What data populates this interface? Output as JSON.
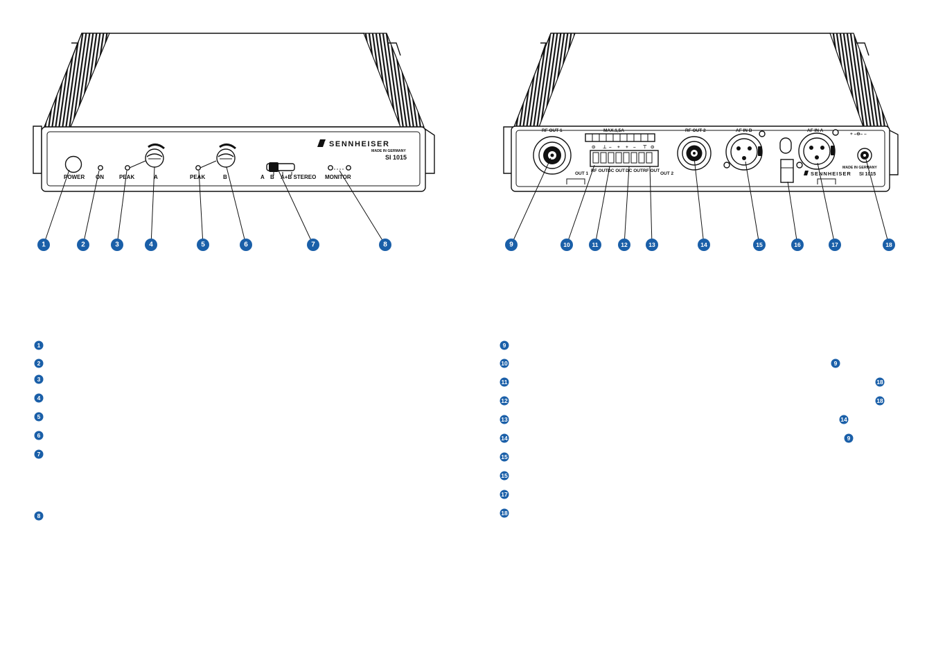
{
  "front_panel": {
    "labels": {
      "power": "POWER",
      "on": "ON",
      "peak_a": "PEAK",
      "a": "A",
      "peak_b": "PEAK",
      "b": "B",
      "switch_a": "A",
      "switch_b": "B",
      "switch_ab_stereo": "A+B STEREO",
      "monitor": "MONITOR"
    },
    "brand": "SENNHEISER",
    "made_in": "MADE IN GERMANY",
    "model": "SI 1015",
    "callouts": [
      "1",
      "2",
      "3",
      "4",
      "5",
      "6",
      "7",
      "8"
    ]
  },
  "rear_panel": {
    "labels": {
      "rf_out_1": "RF OUT 1",
      "max": "MAX.1,5A",
      "rf_out_2": "RF OUT 2",
      "af_in_b": "AF IN B",
      "af_in_a": "AF IN A",
      "out_1": "OUT 1",
      "rf_out_left": "RF OUT",
      "dc_out_left": "DC OUT",
      "dc_out_right": "DC OUT",
      "rf_out_right": "RF OUT",
      "out_2": "OUT 2",
      "polarity": "+ –⊖– –",
      "made_in": "MADE IN GERMANY"
    },
    "brand": "SENNHEISER",
    "model": "SI 1015",
    "callouts": [
      "9",
      "10",
      "11",
      "12",
      "13",
      "14",
      "15",
      "16",
      "17",
      "18"
    ]
  },
  "legend": {
    "left": [
      "1",
      "2",
      "3",
      "4",
      "5",
      "6",
      "7",
      "8"
    ],
    "right": [
      "9",
      "10",
      "11",
      "12",
      "13",
      "14",
      "15",
      "15",
      "17",
      "18"
    ],
    "right_refs": [
      "9",
      "18",
      "18",
      "14",
      "9"
    ]
  },
  "colors": {
    "badge": "#1a5fa8",
    "line": "#111111"
  }
}
